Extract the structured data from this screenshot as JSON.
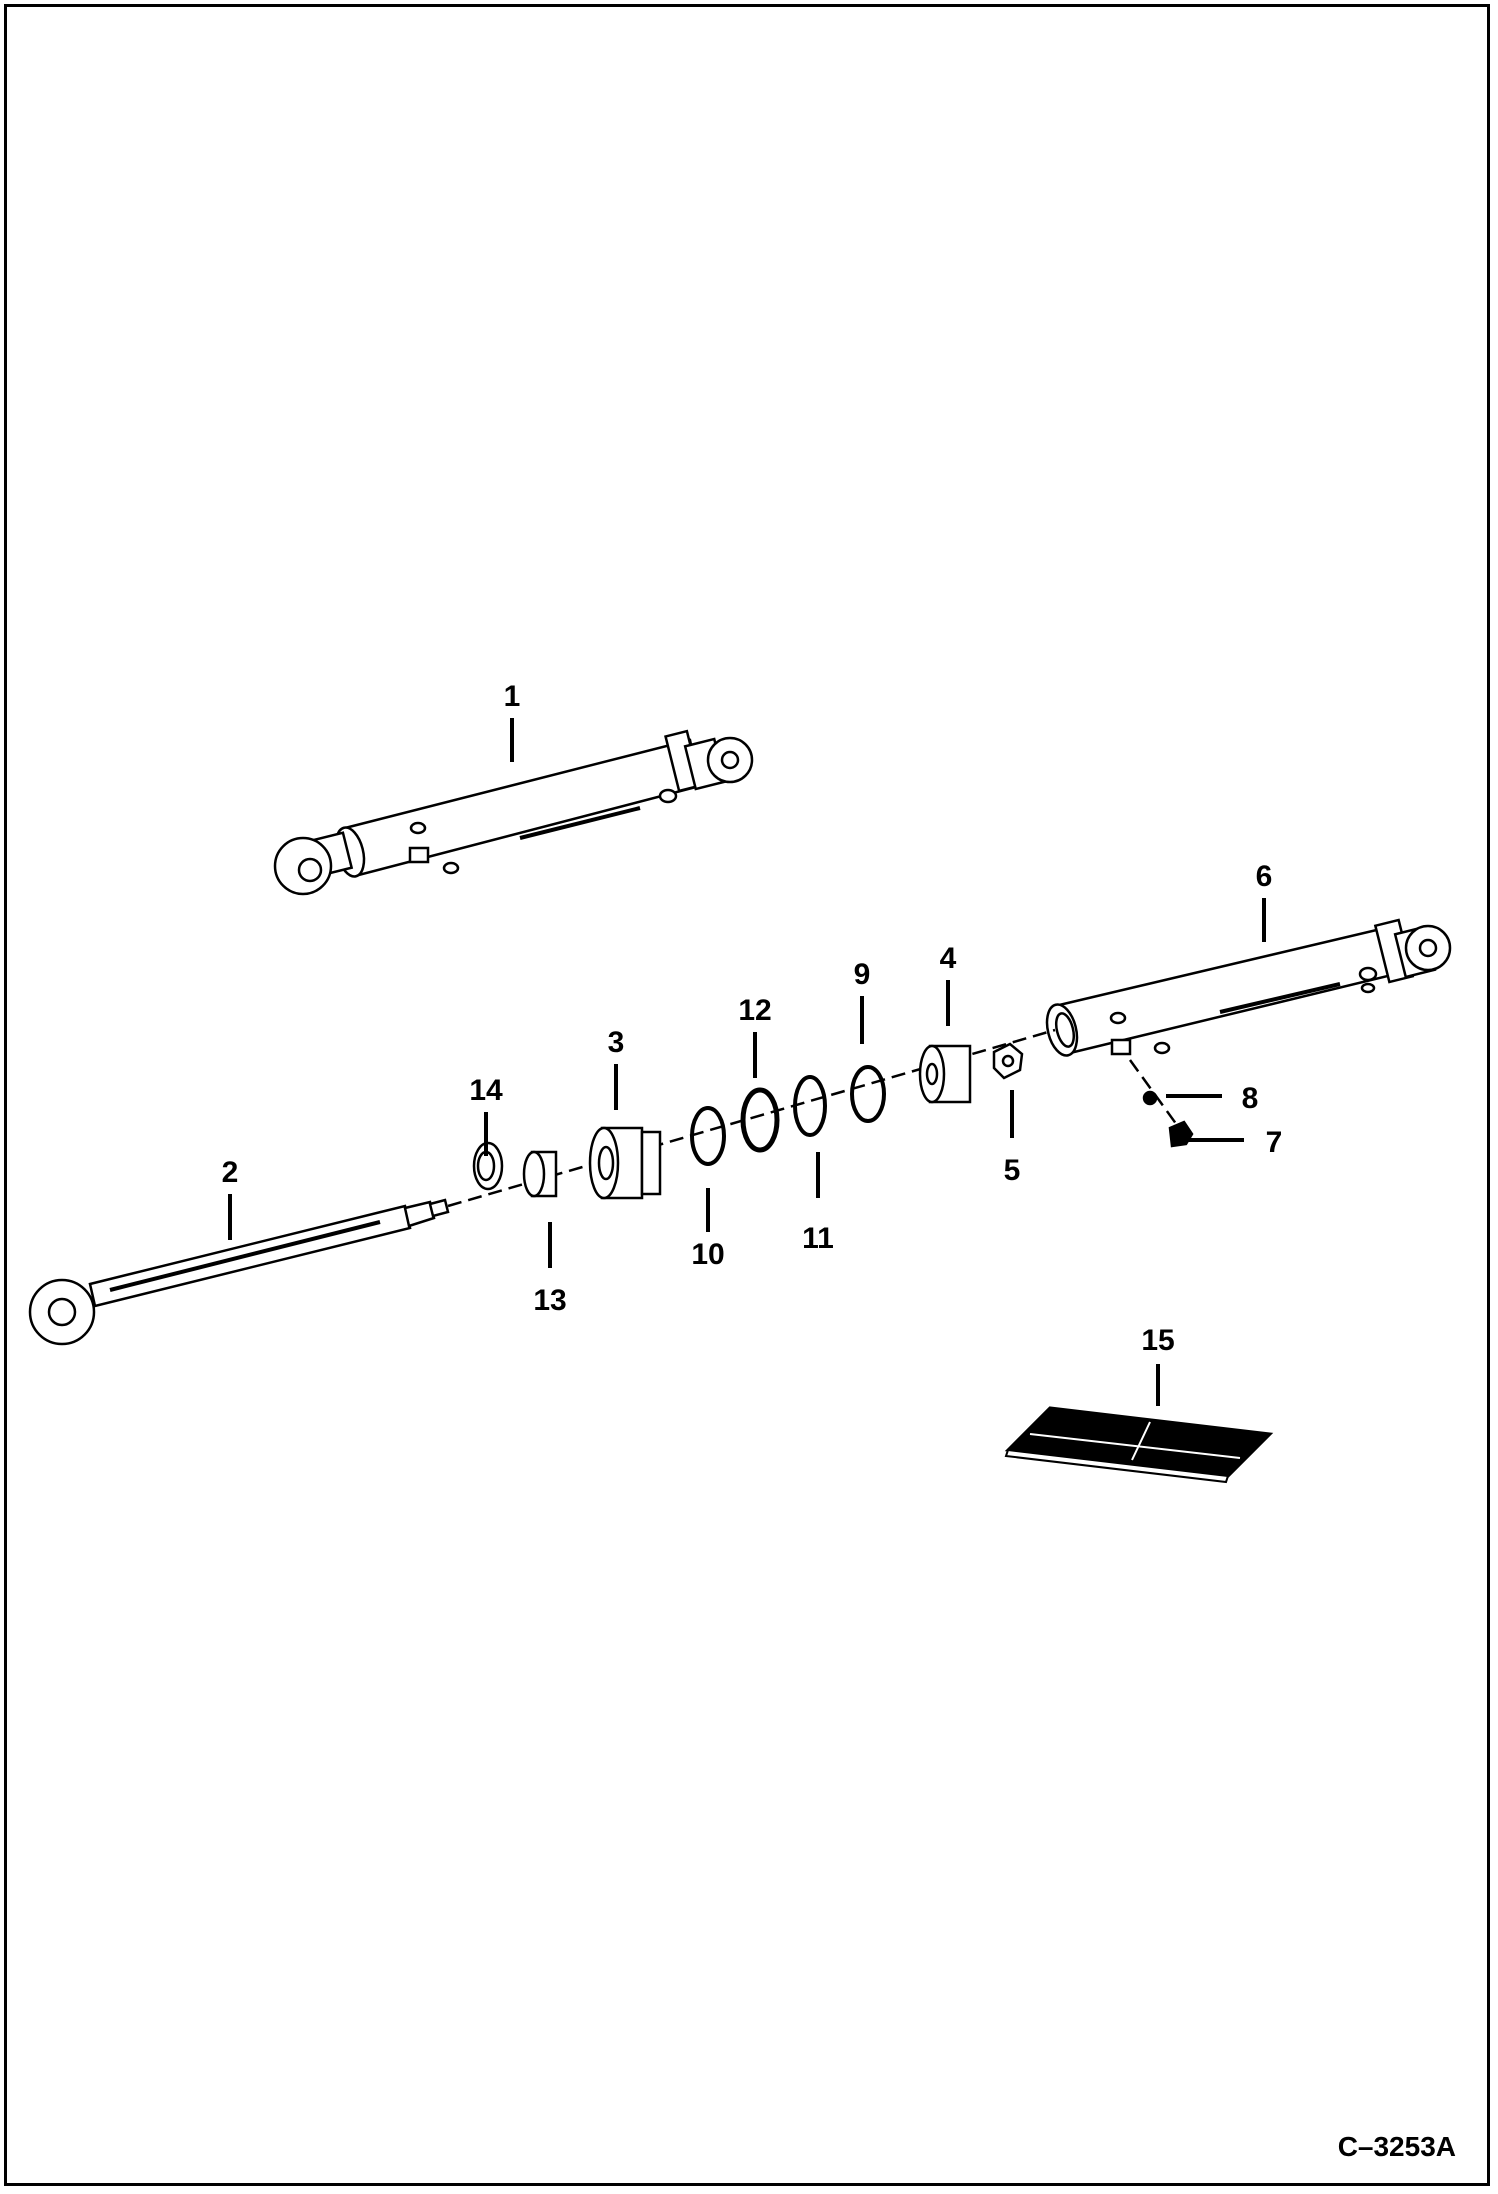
{
  "figure_id": "C–3253A",
  "callouts": [
    {
      "id": "callout-1",
      "text": "1"
    },
    {
      "id": "callout-2",
      "text": "2"
    },
    {
      "id": "callout-3",
      "text": "3"
    },
    {
      "id": "callout-4",
      "text": "4"
    },
    {
      "id": "callout-5",
      "text": "5"
    },
    {
      "id": "callout-6",
      "text": "6"
    },
    {
      "id": "callout-7",
      "text": "7"
    },
    {
      "id": "callout-8",
      "text": "8"
    },
    {
      "id": "callout-9",
      "text": "9"
    },
    {
      "id": "callout-10",
      "text": "10"
    },
    {
      "id": "callout-11",
      "text": "11"
    },
    {
      "id": "callout-12",
      "text": "12"
    },
    {
      "id": "callout-13",
      "text": "13"
    },
    {
      "id": "callout-14",
      "text": "14"
    },
    {
      "id": "callout-15",
      "text": "15"
    }
  ],
  "colors": {
    "ink": "#000000",
    "paper": "#ffffff"
  }
}
